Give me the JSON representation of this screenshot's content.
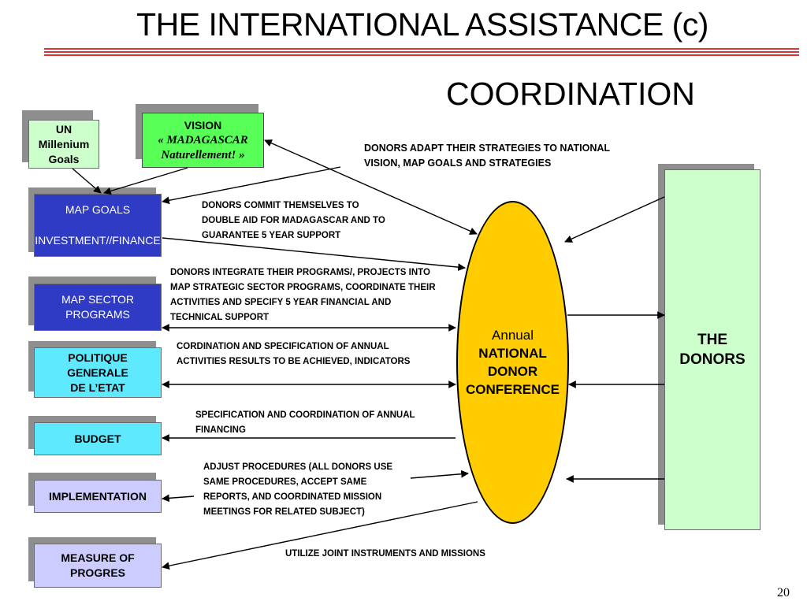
{
  "title": {
    "text": "THE INTERNATIONAL ASSISTANCE (c)"
  },
  "subtitle": "COORDINATION",
  "boxes": {
    "un_goals": {
      "lines": [
        "UN",
        "Millenium",
        "Goals"
      ]
    },
    "vision": {
      "line1": "VISION",
      "line2": "« MADAGASCAR",
      "line3": "Naturellement! »"
    },
    "map_goals": {
      "line1": "MAP GOALS",
      "line2": "INVESTMENT//FINANCE"
    },
    "map_sector": {
      "lines": [
        "MAP SECTOR",
        "PROGRAMS"
      ]
    },
    "politique": {
      "lines": [
        "POLITIQUE",
        "GENERALE",
        "DE L’ETAT"
      ]
    },
    "budget": {
      "label": "BUDGET"
    },
    "implementation": {
      "label": "IMPLEMENTATION"
    },
    "measure": {
      "lines": [
        "MEASURE OF",
        "PROGRES"
      ]
    },
    "donors": {
      "lines": [
        "THE",
        "DONORS"
      ]
    },
    "conference": {
      "lines": [
        "Annual",
        "NATIONAL",
        "DONOR",
        "CONFERENCE"
      ]
    }
  },
  "notes": {
    "adapt": [
      "DONORS ADAPT THEIR STRATEGIES TO NATIONAL",
      "VISION, MAP GOALS AND STRATEGIES"
    ],
    "commit": [
      "DONORS  COMMIT THEMSELVES  TO",
      "DOUBLE AID FOR MADAGASCAR  AND TO",
      "GUARANTEE  5 YEAR SUPPORT"
    ],
    "integrate": [
      "DONORS INTEGRATE THEIR PROGRAMS/, PROJECTS  INTO",
      "MAP STRATEGIC SECTOR  PROGRAMS, COORDINATE THEIR",
      "ACTIVITIES  AND SPECIFY 5 YEAR  FINANCIAL AND",
      "TECHNICAL SUPPORT"
    ],
    "cordination": [
      "CORDINATION AND SPECIFICATION OF ANNUAL",
      "ACTIVITIES RESULTS  TO BE ACHIEVED, INDICATORS"
    ],
    "specification": [
      "SPECIFICATION AND COORDINATION OF ANNUAL",
      "FINANCING"
    ],
    "adjust": [
      "ADJUST PROCEDURES (ALL DONORS  USE",
      "SAME PROCEDURES, ACCEPT SAME",
      "REPORTS, AND COORDINATED MISSION",
      "MEETINGS FOR RELATED SUBJECT)"
    ],
    "utilize": [
      "UTILIZE JOINT INSTRUMENTS AND MISSIONS"
    ]
  },
  "page_number": "20",
  "colors": {
    "map_boxes": "#2f3bc4",
    "politique_budget": "#5fe9ff",
    "implementation_measure": "#ccccff",
    "vision": "#57ff57",
    "un_donors": "#ccffcc",
    "conference": "#ffcc00",
    "title_rule": "#dd3333"
  }
}
